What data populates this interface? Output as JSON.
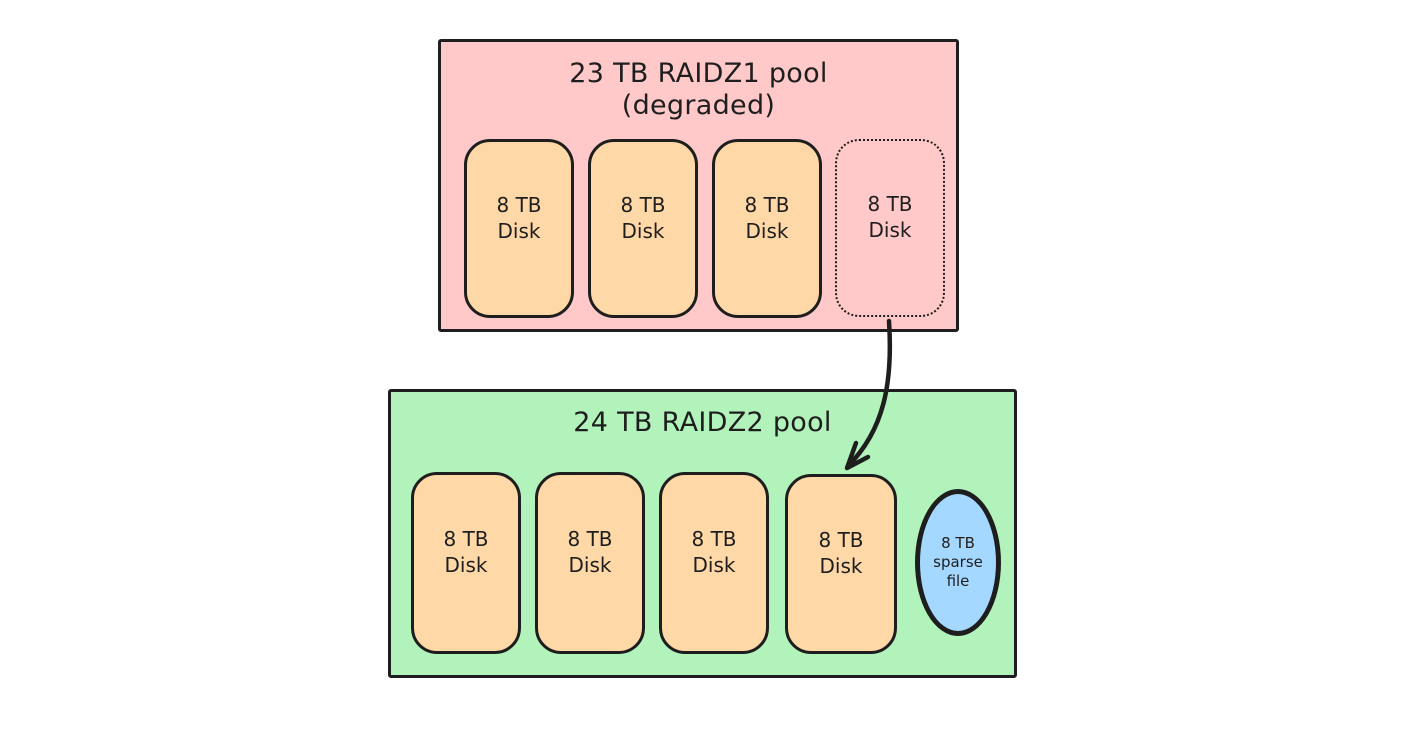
{
  "colors": {
    "stroke": "#1e1e1e",
    "raidz1_pool_bg": "#ffc9c9",
    "raidz2_pool_bg": "#b2f2bb",
    "disk_bg": "#ffd8a8",
    "sparse_file_bg": "#a5d8ff",
    "canvas_bg": "#ffffff"
  },
  "pools": [
    {
      "title_line1": "23 TB RAIDZ1 pool",
      "title_line2": "(degraded)",
      "disks": [
        {
          "line1": "8 TB",
          "line2": "Disk",
          "style": "solid"
        },
        {
          "line1": "8 TB",
          "line2": "Disk",
          "style": "solid"
        },
        {
          "line1": "8 TB",
          "line2": "Disk",
          "style": "solid"
        },
        {
          "line1": "8 TB",
          "line2": "Disk",
          "style": "dotted"
        }
      ]
    },
    {
      "title_line1": "24 TB RAIDZ2 pool",
      "disks": [
        {
          "line1": "8 TB",
          "line2": "Disk",
          "style": "solid"
        },
        {
          "line1": "8 TB",
          "line2": "Disk",
          "style": "solid"
        },
        {
          "line1": "8 TB",
          "line2": "Disk",
          "style": "solid"
        },
        {
          "line1": "8 TB",
          "line2": "Disk",
          "style": "solid"
        }
      ],
      "sparse_file": {
        "line1": "8 TB",
        "line2": "sparse",
        "line3": "file"
      }
    }
  ],
  "arrow": {
    "from": "raidz1-dotted-disk",
    "to": "raidz2-disk-4"
  }
}
